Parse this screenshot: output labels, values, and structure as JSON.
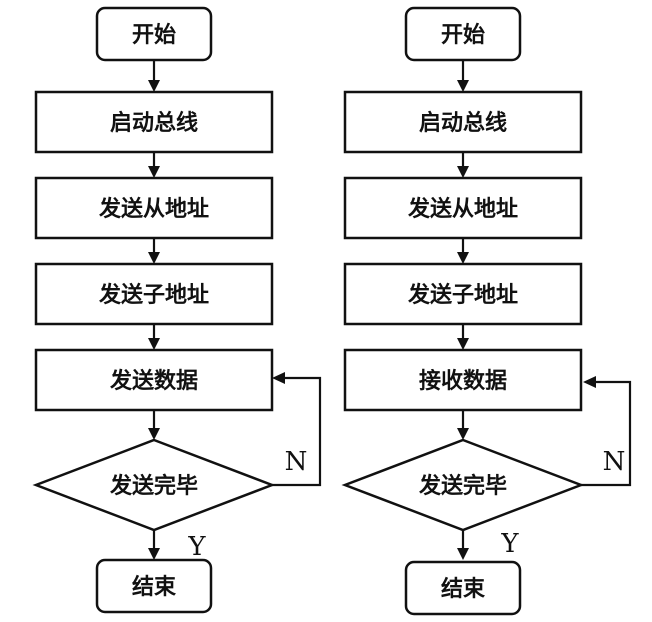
{
  "left_flow": {
    "start": "开始",
    "start_bus": "启动总线",
    "send_slave_addr": "发送从地址",
    "send_sub_addr": "发送子地址",
    "data_step": "发送数据",
    "decision": "发送完毕",
    "no_label": "N",
    "yes_label": "Y",
    "end": "结束"
  },
  "right_flow": {
    "start": "开始",
    "start_bus": "启动总线",
    "send_slave_addr": "发送从地址",
    "send_sub_addr": "发送子地址",
    "data_step": "接收数据",
    "decision": "发送完毕",
    "no_label": "N",
    "yes_label": "Y",
    "end": "结束"
  }
}
